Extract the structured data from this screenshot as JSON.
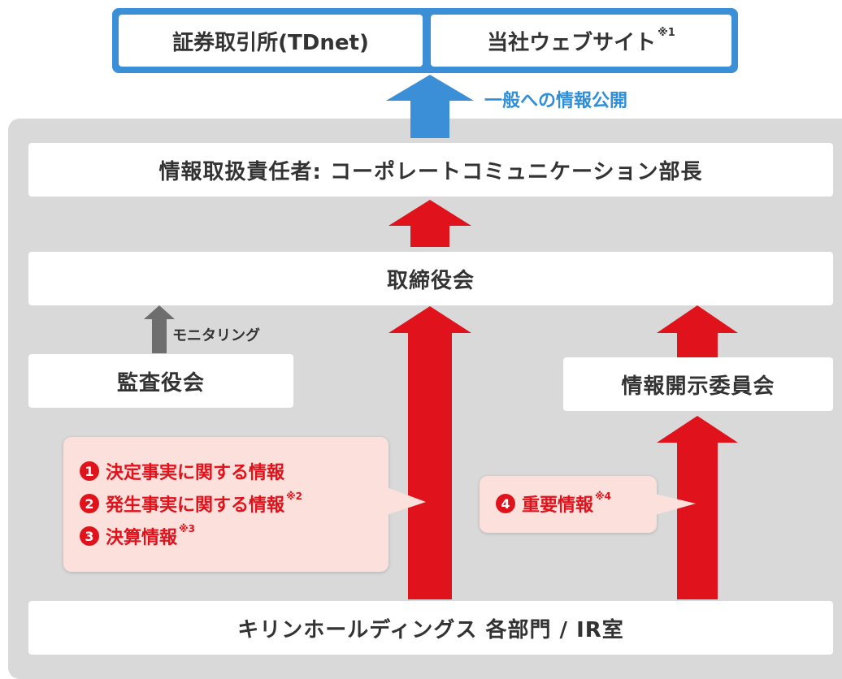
{
  "colors": {
    "blue": "#3a8fd6",
    "red": "#e0121b",
    "gray_panel": "#d9d9d9",
    "callout_bg": "#fbe0dc",
    "monitor_arrow": "#6e6e6e"
  },
  "top": {
    "left_label": "証券取引所(TDnet)",
    "right_label": "当社ウェブサイト",
    "right_note": "※1"
  },
  "public_label": "一般への情報公開",
  "officer_label": "情報取扱責任者: コーポレートコミュニケーション部長",
  "board_label": "取締役会",
  "audit_label": "監査役会",
  "monitoring_label": "モニタリング",
  "disclosure_committee_label": "情報開示委員会",
  "callout_left": {
    "items": [
      {
        "num": "1",
        "text": "決定事実に関する情報",
        "note": ""
      },
      {
        "num": "2",
        "text": "発生事実に関する情報",
        "note": "※2"
      },
      {
        "num": "3",
        "text": "決算情報",
        "note": "※3"
      }
    ]
  },
  "callout_right": {
    "num": "4",
    "text": "重要情報",
    "note": "※4"
  },
  "bottom_label": "キリンホールディングス 各部門 / IR室"
}
